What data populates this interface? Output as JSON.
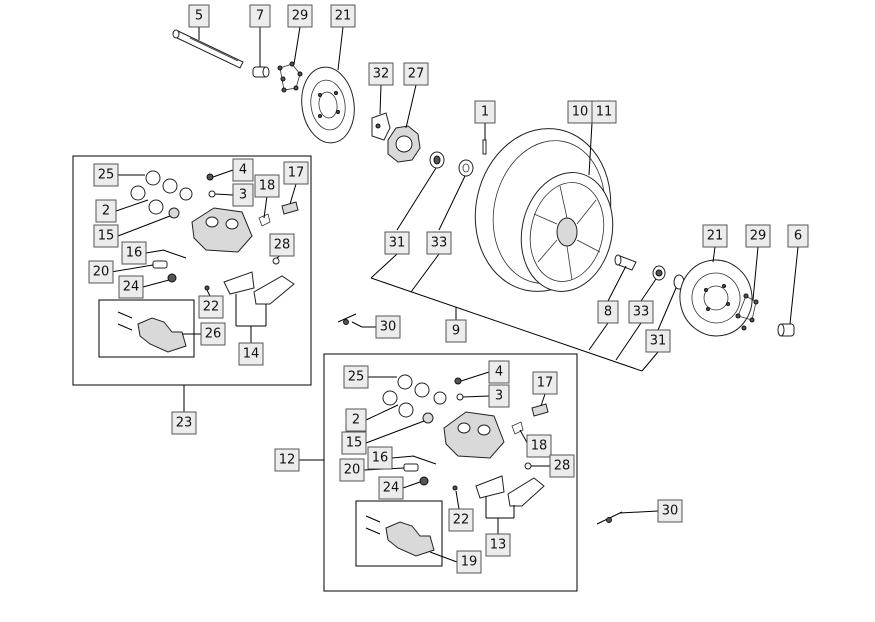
{
  "diagram": {
    "labels": {
      "l5": "5",
      "l7": "7",
      "l29a": "29",
      "l21a": "21",
      "l32": "32",
      "l27": "27",
      "l1": "1",
      "l10": "10",
      "l11": "11",
      "l25a": "25",
      "l4a": "4",
      "l3a": "3",
      "l18a": "18",
      "l17a": "17",
      "l2a": "2",
      "l15a": "15",
      "l16a": "16",
      "l28a": "28",
      "l20a": "20",
      "l24a": "24",
      "l22a": "22",
      "l26": "26",
      "l14": "14",
      "l23": "23",
      "l31a": "31",
      "l33a": "33",
      "l9": "9",
      "l30a": "30",
      "l21b": "21",
      "l29b": "29",
      "l6": "6",
      "l8": "8",
      "l33b": "33",
      "l31b": "31",
      "l25b": "25",
      "l4b": "4",
      "l3b": "3",
      "l17b": "17",
      "l2b": "2",
      "l15b": "15",
      "l18b": "18",
      "l12": "12",
      "l16b": "16",
      "l28b": "28",
      "l20b": "20",
      "l24b": "24",
      "l22b": "22",
      "l13": "13",
      "l19": "19",
      "l30b": "30"
    }
  }
}
